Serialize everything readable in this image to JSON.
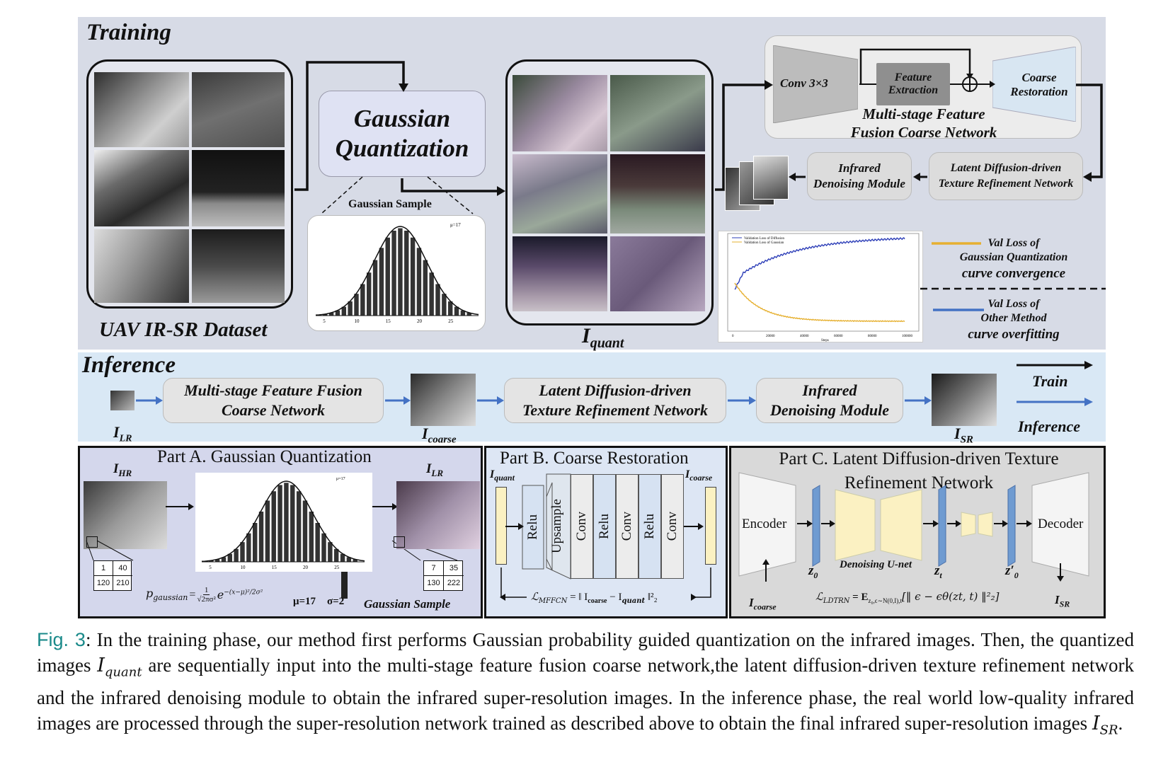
{
  "training": {
    "title": "Training",
    "dataset_label": "UAV IR-SR Dataset",
    "gq_box": {
      "line1": "Gaussian",
      "line2": "Quantization"
    },
    "gaussian_sample_label": "Gaussian Sample",
    "chart_legend": "μ=17",
    "chart_peak_label": "μ=17",
    "chart_ticks": [
      "5",
      "10",
      "15",
      "20",
      "25"
    ],
    "quant_label_main": "I",
    "quant_label_sub": "quant",
    "conv_label": "Conv 3×3",
    "feature_extraction": {
      "line1": "Feature",
      "line2": "Extraction"
    },
    "coarse_restoration": {
      "line1": "Coarse",
      "line2": "Restoration"
    },
    "msffcn_label": {
      "line1": "Multi-stage Feature",
      "line2": "Fusion Coarse Network"
    },
    "idm": {
      "line1": "Infrared",
      "line2": "Denoising Module"
    },
    "ldtrn": {
      "line1": "Latent Diffusion-driven",
      "line2": "Texture Refinement Network"
    },
    "loss_chart": {
      "legend": [
        "Validation Loss of Diffusion",
        "Validation Loss of Gaussian"
      ],
      "xticks": [
        "0",
        "20000",
        "40000",
        "60000",
        "80000",
        "100000"
      ],
      "xlabel": "Steps"
    },
    "legend_gq": {
      "line1": "Val Loss of",
      "line2": "Gaussian Quantization",
      "line3": "curve convergence"
    },
    "legend_other": {
      "line1": "Val Loss of",
      "line2": "Other Method",
      "line3": "curve overfitting"
    }
  },
  "inference": {
    "title": "Inference",
    "i_lr": {
      "main": "I",
      "sub": "LR"
    },
    "msffcn": {
      "line1": "Multi-stage Feature Fusion",
      "line2": "Coarse Network"
    },
    "i_coarse": {
      "main": "I",
      "sub": "coarse"
    },
    "ldtrn": {
      "line1": "Latent Diffusion-driven",
      "line2": "Texture Refinement Network"
    },
    "idm": {
      "line1": "Infrared",
      "line2": "Denoising Module"
    },
    "i_sr": {
      "main": "I",
      "sub": "SR"
    },
    "legend_train": "Train",
    "legend_inference": "Inference"
  },
  "part_a": {
    "title": "Part A. Gaussian Quantization",
    "i_hr": {
      "main": "I",
      "sub": "HR"
    },
    "i_lr": {
      "main": "I",
      "sub": "LR"
    },
    "grid_left": [
      "1",
      "40",
      "120",
      "210"
    ],
    "grid_right": [
      "7",
      "35",
      "130",
      "222"
    ],
    "formula_lhs": "p",
    "formula_lhs_sub": "gaussian",
    "formula_frac_num": "1",
    "formula_frac_den": "√2πσ²",
    "formula_exp": "−(x−μ)²/2σ²",
    "mu": "μ=17",
    "sigma": "σ=2",
    "legend": "Gaussian Sample",
    "chart_legend": "μ=17",
    "chart_ticks": [
      "5",
      "10",
      "15",
      "20",
      "25"
    ]
  },
  "part_b": {
    "title": "Part B. Coarse Restoration",
    "i_quant": {
      "main": "I",
      "sub": "quant"
    },
    "i_coarse": {
      "main": "I",
      "sub": "coarse"
    },
    "layers": [
      "Relu",
      "Upsample",
      "Conv",
      "Relu",
      "Conv",
      "Relu",
      "Conv"
    ],
    "loss": "ℒ",
    "loss_sub": "MFFCN",
    "loss_rhs": "= ‖ I",
    "loss_coarse": "coarse",
    "loss_minus": " − I",
    "loss_quant": "quant",
    "loss_end": " ‖²₂"
  },
  "part_c": {
    "title_line1": "Part C. Latent Diffusion-driven Texture",
    "title_line2": "Refinement Network",
    "encoder": "Encoder",
    "decoder": "Decoder",
    "unet": "Denoising U-net",
    "z0": "z",
    "z0_sub": "0",
    "zt": "z",
    "zt_sub": "t",
    "z0p": "z′",
    "z0p_sub": "0",
    "i_coarse": {
      "main": "I",
      "sub": "coarse"
    },
    "i_sr": {
      "main": "I",
      "sub": "SR"
    },
    "loss": "ℒ",
    "loss_sub": "LDTRN",
    "loss_rhs": "= E",
    "loss_e_sub": "z₀,ϵ∼N(0,I),t",
    "loss_body": "[‖ ϵ − ϵθ(zt, t) ‖²₂]"
  },
  "caption": {
    "fig": "Fig. 3",
    "text1": ": In the training phase, our method first performs Gaussian probability guided quantization on the infrared images. Then, the quantized images ",
    "math1": "I",
    "math1_sub": "quant",
    "text2": " are sequentially input into the multi-stage feature fusion coarse network,the latent diffusion-driven texture refinement network and the infrared denoising module to obtain the infrared super-resolution images. In the inference phase, the real world low-quality infrared images are processed through the super-resolution network trained as described above to obtain the final infrared super-resolution images ",
    "math2": "I",
    "math2_sub": "SR",
    "text3": "."
  },
  "colors": {
    "training_bg": "#d7dbe6",
    "inference_bg": "#d9e8f5",
    "partA_bg": "#d4d7ec",
    "partB_bg": "#dde6f4",
    "partC_bg": "#d9d9d9",
    "blue_arrow": "#4472c4",
    "caption_fig": "#1a8a8a",
    "yellow_curve": "#e6b030",
    "blue_curve": "#2e3fb8"
  }
}
